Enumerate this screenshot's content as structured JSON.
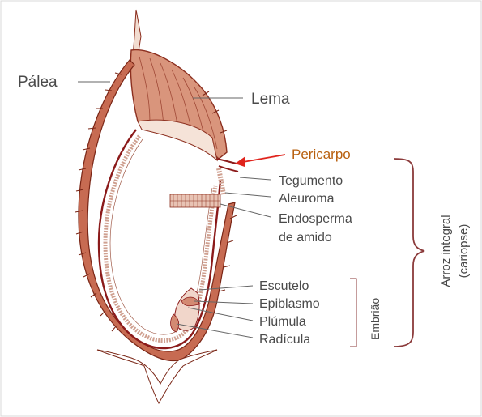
{
  "colors": {
    "husk_dark": "#8c2f1f",
    "husk_mid": "#c98068",
    "husk_light": "#efd0c0",
    "inner_line": "#8b1a1a",
    "label_text": "#4a4a4a",
    "leader_line": "#666666",
    "pericarpo_label": "#b8600f",
    "pericarpo_arrow": "#e0231c",
    "bracket": "#8b3a3a",
    "frame": "#d8d8d8"
  },
  "labels": {
    "palea": "Pálea",
    "lema": "Lema",
    "pericarpo": "Pericarpo",
    "tegumento": "Tegumento",
    "aleuroma": "Aleuroma",
    "endosperma_line1": "Endosperma",
    "endosperma_line2": "de amido",
    "escutelo": "Escutelo",
    "epiblasmo": "Epiblasmo",
    "plumula": "Plúmula",
    "radicula": "Radícula",
    "embriao": "Embrião",
    "arroz_line1": "Arroz integral",
    "arroz_line2": "(cariopse)"
  },
  "icons": {
    "pericarpo_arrow": "arrow-left-icon"
  }
}
